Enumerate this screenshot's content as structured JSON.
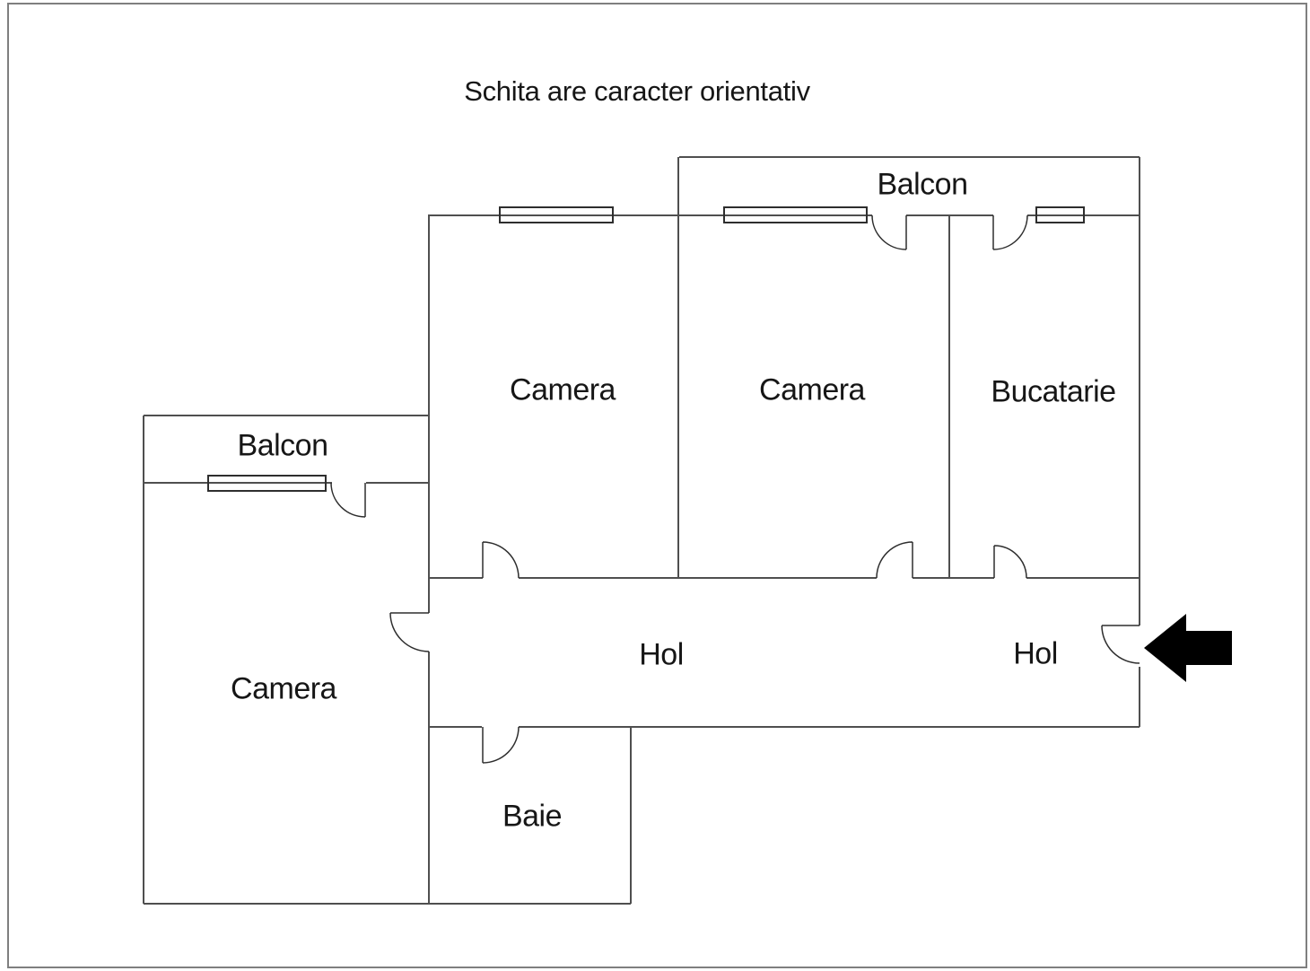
{
  "diagram": {
    "title": "Schita are caracter orientativ",
    "labels": {
      "balcon_top": "Balcon",
      "camera_center_left": "Camera",
      "camera_center_right": "Camera",
      "bucatarie": "Bucatarie",
      "balcon_left": "Balcon",
      "camera_left": "Camera",
      "hol_left": "Hol",
      "hol_right": "Hol",
      "baie": "Baie"
    },
    "icons": {
      "entrance_arrow": "left-arrow"
    },
    "colors": {
      "background": "#ffffff",
      "page_border": "#7f7f7f",
      "wall": "#4f4f4f",
      "detail": "#2e2e2e",
      "text": "#161616",
      "arrow": "#000000"
    }
  }
}
